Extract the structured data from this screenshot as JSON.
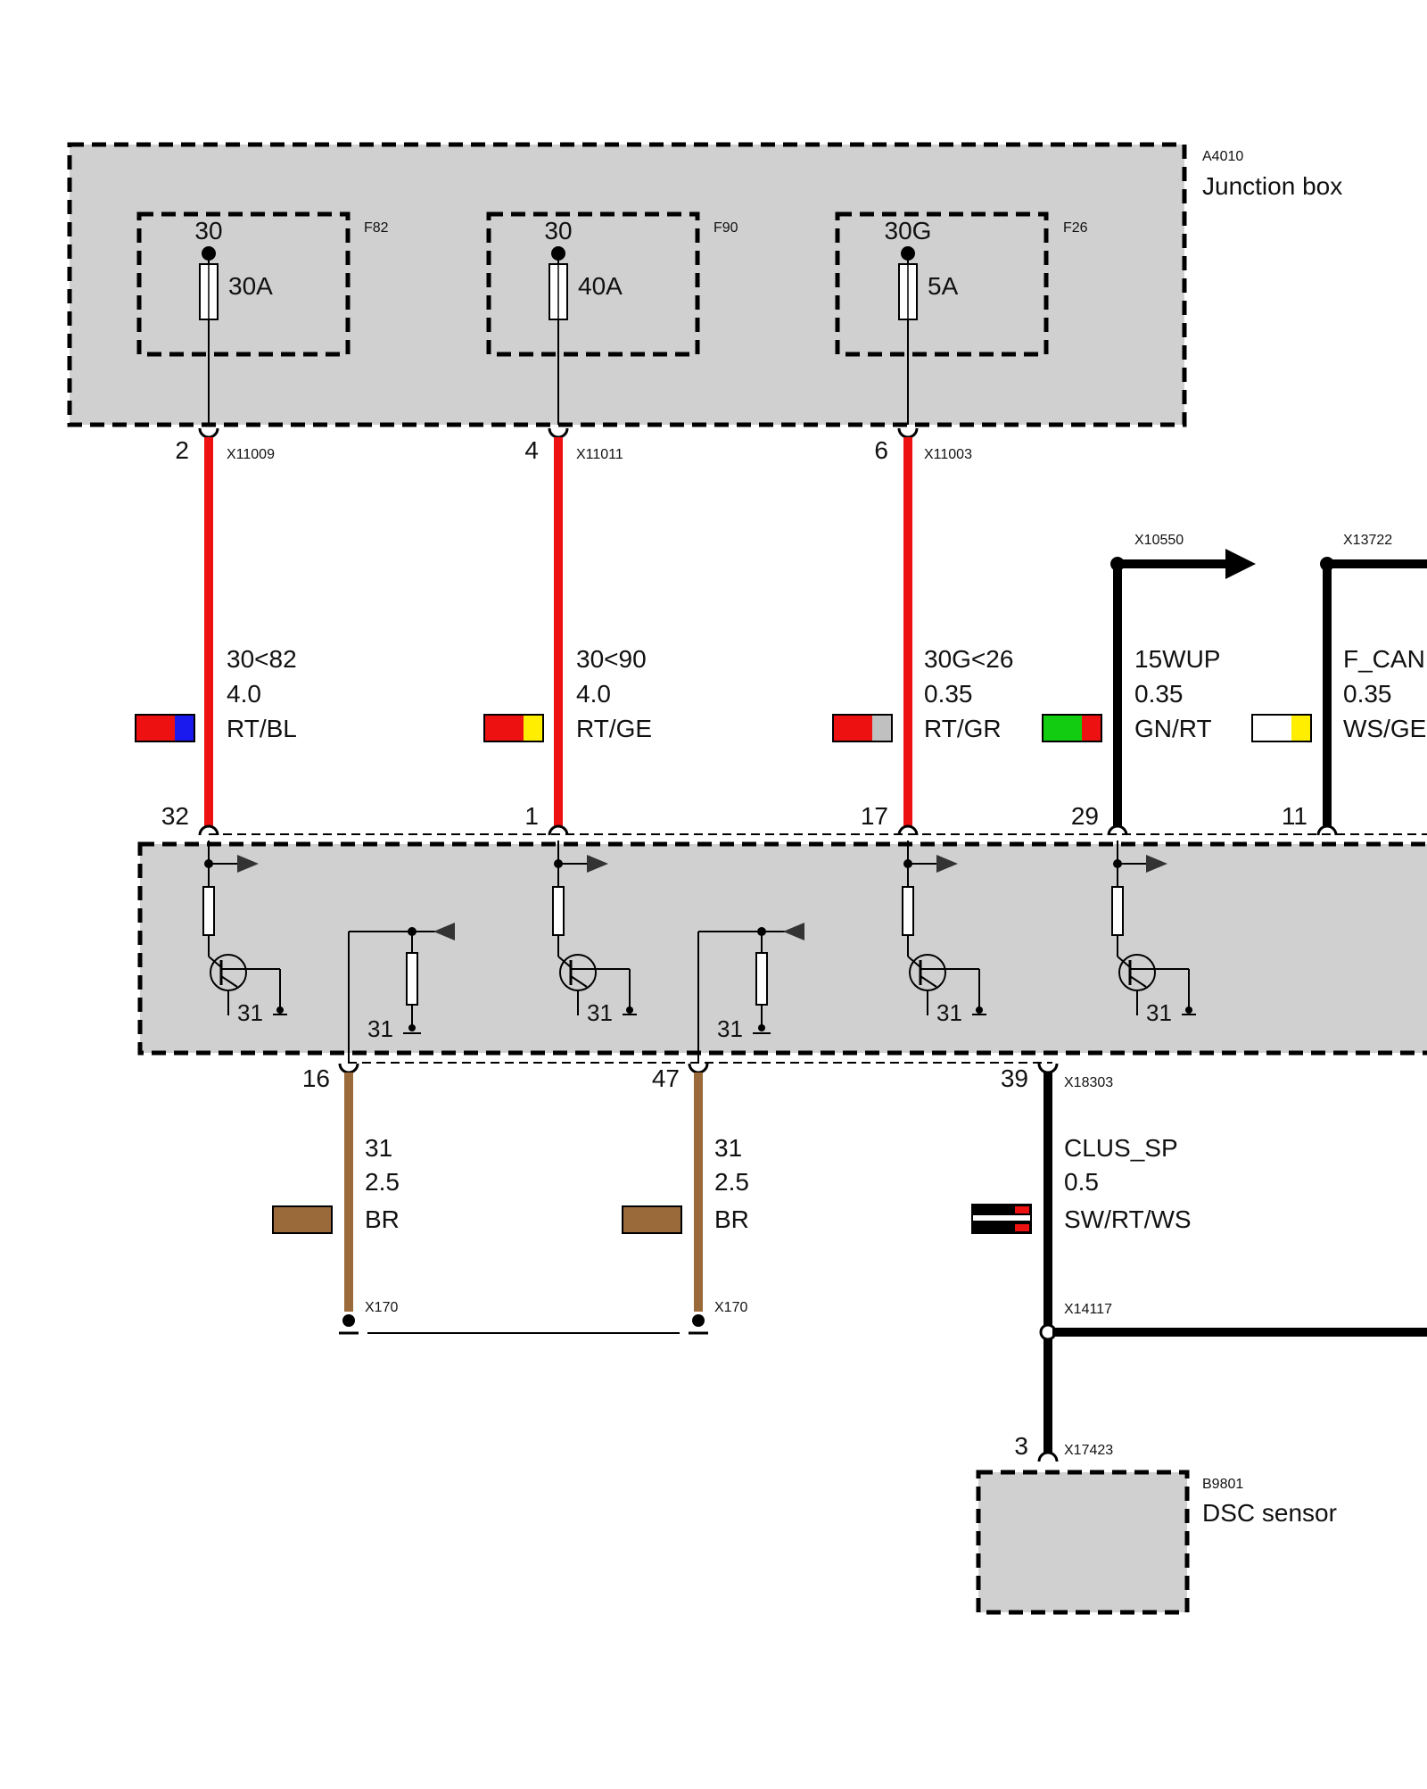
{
  "junction_box": {
    "id": "A4010",
    "name": "Junction box"
  },
  "fuses": [
    {
      "terminal": "30",
      "id": "F82",
      "rating": "30A"
    },
    {
      "terminal": "30",
      "id": "F90",
      "rating": "40A"
    },
    {
      "terminal": "30G",
      "id": "F26",
      "rating": "5A"
    }
  ],
  "upper_wires": [
    {
      "top_pin": "2",
      "top_connector": "X11009",
      "signal": "30<82",
      "size": "4.0",
      "color_code": "RT/BL",
      "wire_color": "#ee1111",
      "swatch": [
        "#ee1111",
        "#1a1aee"
      ],
      "bottom_pin": "32"
    },
    {
      "top_pin": "4",
      "top_connector": "X11011",
      "signal": "30<90",
      "size": "4.0",
      "color_code": "RT/GE",
      "wire_color": "#ee1111",
      "swatch": [
        "#ee1111",
        "#ffee00"
      ],
      "bottom_pin": "1"
    },
    {
      "top_pin": "6",
      "top_connector": "X11003",
      "signal": "30G<26",
      "size": "0.35",
      "color_code": "RT/GR",
      "wire_color": "#ee1111",
      "swatch": [
        "#ee1111",
        "#c0c0c0"
      ],
      "bottom_pin": "17"
    },
    {
      "top_connector": "X10550",
      "signal": "15WUP",
      "size": "0.35",
      "color_code": "GN/RT",
      "wire_color": "#000000",
      "swatch": [
        "#11cc11",
        "#ee1111"
      ],
      "bottom_pin": "29"
    },
    {
      "top_connector": "X13722",
      "signal": "F_CAN",
      "size": "0.35",
      "color_code": "WS/GE",
      "wire_color": "#000000",
      "swatch": [
        "#ffffff",
        "#ffee00"
      ],
      "bottom_pin": "11"
    }
  ],
  "module_ground_label": "31",
  "ground_wires": [
    {
      "pin": "16",
      "signal": "31",
      "size": "2.5",
      "color_code": "BR",
      "connector": "X170",
      "wire_color": "#9a6a3a"
    },
    {
      "pin": "47",
      "signal": "31",
      "size": "2.5",
      "color_code": "BR",
      "connector": "X170",
      "wire_color": "#9a6a3a"
    }
  ],
  "clus_wire": {
    "pin": "39",
    "connector": "X18303",
    "signal": "CLUS_SP",
    "size": "0.5",
    "color_code": "SW/RT/WS",
    "splice": "X14117",
    "sensor_pin": "3",
    "sensor_connector": "X17423",
    "swatch": [
      "#000000",
      "#ffffff",
      "#ee1111"
    ]
  },
  "sensor": {
    "id": "B9801",
    "name": "DSC sensor"
  },
  "colors": {
    "box_fill": "#d0d0d0",
    "line": "#000000"
  }
}
